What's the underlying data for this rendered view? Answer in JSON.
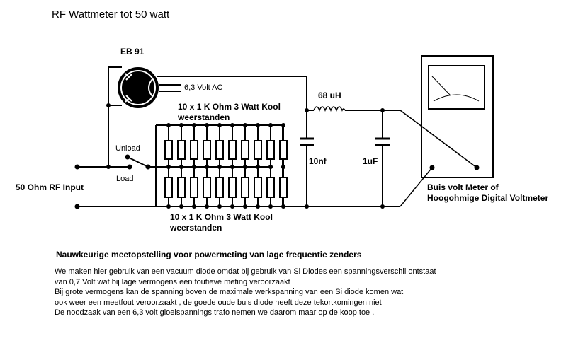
{
  "title": "RF Wattmeter tot 50 watt",
  "components": {
    "tube": "EB 91",
    "heater": "6,3 Volt AC",
    "resistors_top_line1": "10 x 1 K Ohm   3 Watt Kool",
    "resistors_top_line2": "weerstanden",
    "resistors_bottom_line1": "10 x 1 K Ohm   3 Watt Kool",
    "resistors_bottom_line2": "weerstanden",
    "switch_unload": "Unload",
    "switch_load": "Load",
    "input": "50 Ohm RF Input",
    "inductor": "68 uH",
    "cap1": "10nf",
    "cap2": "1uF",
    "meter_line1": "Buis volt Meter  of",
    "meter_line2": "Hoogohmige Digital Voltmeter"
  },
  "description": {
    "heading": "Nauwkeurige meetopstelling voor powermeting van  lage frequentie zenders",
    "lines": [
      "We maken hier gebruik van een vacuum diode omdat bij gebruik van Si Diodes een spanningsverschil ontstaat",
      "van 0,7 Volt wat bij lage vermogens een foutieve meting veroorzaakt",
      "Bij grote vermogens kan de spanning boven de maximale werkspanning van een Si diode komen wat",
      "ook weer een meetfout veroorzaakt , de goede oude buis diode heeft deze tekortkomingen niet",
      "De noodzaak van een 6,3 volt gloeispannings trafo nemen we daarom maar op de koop toe ."
    ]
  }
}
